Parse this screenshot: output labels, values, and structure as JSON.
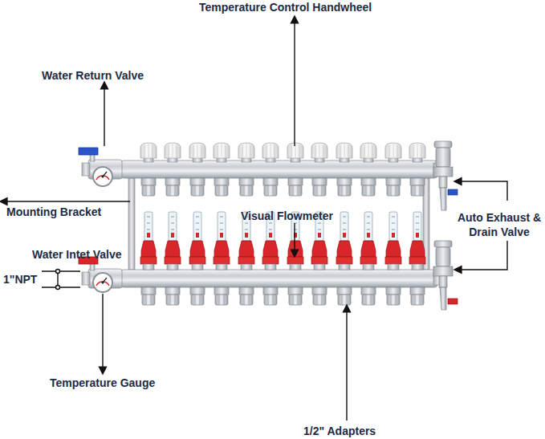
{
  "diagram": {
    "labels": [
      "Temperature Control Handwheel",
      "Water Return Valve",
      "Mounting Bracket",
      "Visual Flowmeter",
      "Auto Exhaust & Drain Valve",
      "Water Intet Valve",
      "1\"NPT",
      "Temperature Gauge",
      "1/2\" Adapters"
    ]
  }
}
